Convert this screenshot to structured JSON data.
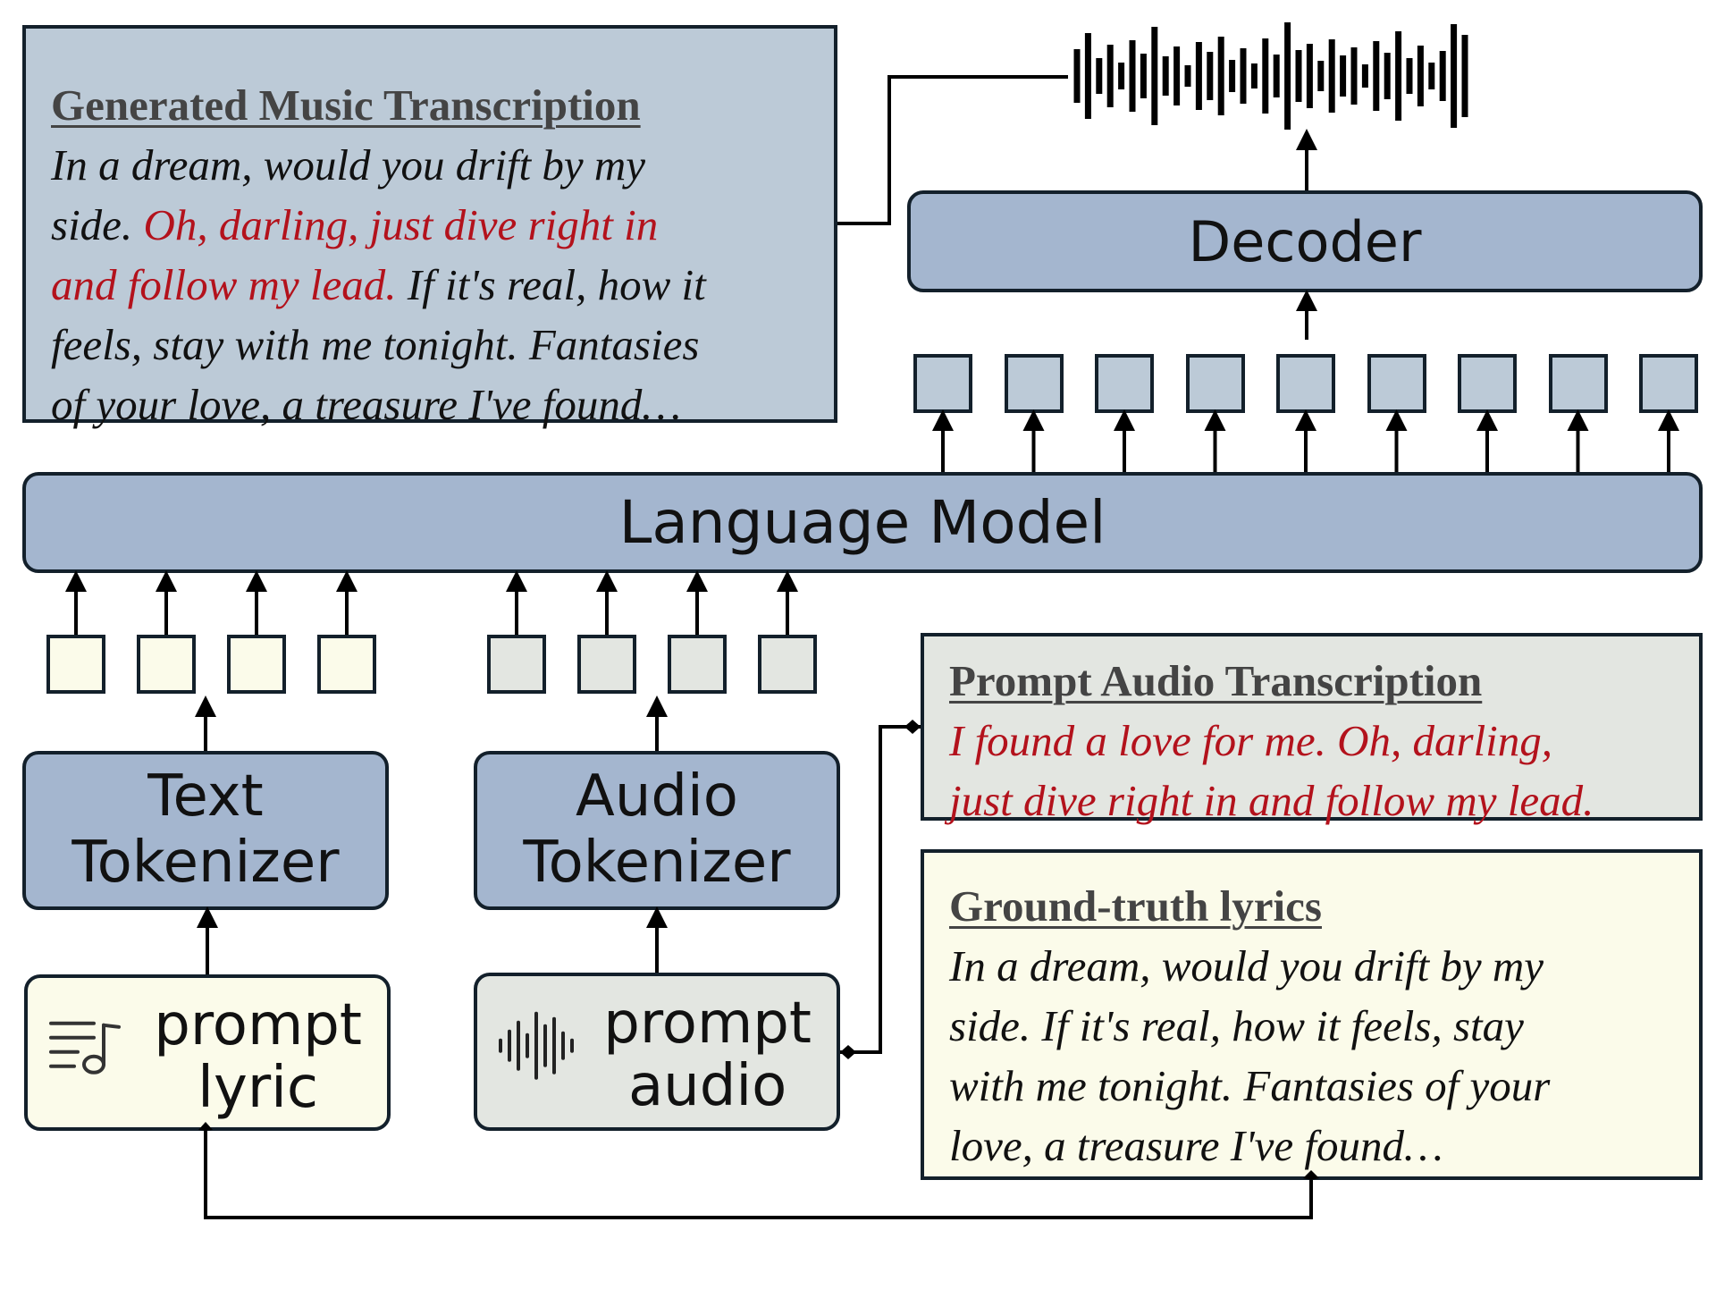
{
  "modules": {
    "language_model": "Language Model",
    "decoder": "Decoder",
    "text_tokenizer": [
      "Text",
      "Tokenizer"
    ],
    "audio_tokenizer": [
      "Audio",
      "Tokenizer"
    ]
  },
  "inputs": {
    "prompt_lyric": [
      "prompt",
      "lyric"
    ],
    "prompt_audio": [
      "prompt",
      "audio"
    ]
  },
  "panels": {
    "generated": {
      "title": "Generated Music Transcription",
      "lines": [
        {
          "plain": "In a dream, would you drift by my",
          "red": ""
        },
        {
          "plain": "side. ",
          "red": "Oh, darling, just dive right in"
        },
        {
          "red": "and follow my lead.",
          "plain": " If it's real, how it"
        },
        {
          "plain": "feels, stay with me tonight. Fantasies",
          "red": ""
        },
        {
          "plain": "of your love, a treasure I've found…",
          "red": ""
        }
      ]
    },
    "prompt_audio": {
      "title": "Prompt Audio Transcription",
      "lines": [
        "I found a love for me. Oh, darling,",
        "just dive right in and follow my lead."
      ]
    },
    "ground_truth": {
      "title": "Ground-truth lyrics",
      "lines": [
        "In a dream, would you drift by my",
        "side. If it's real, how it feels, stay",
        "with me tonight. Fantasies of your",
        "love, a treasure I've found…"
      ]
    }
  },
  "tokens": {
    "text_count": 4,
    "audio_count": 4,
    "output_count": 9,
    "colors": {
      "text": "#fbfbea",
      "audio": "#e3e6e1",
      "output": "#bccad7"
    }
  },
  "colors": {
    "module": "#a4b6cf",
    "border": "#13202b",
    "highlight_text": "#b3121c"
  },
  "icons": [
    "music-lyric-icon",
    "audio-wave-icon",
    "waveform-output-icon"
  ]
}
